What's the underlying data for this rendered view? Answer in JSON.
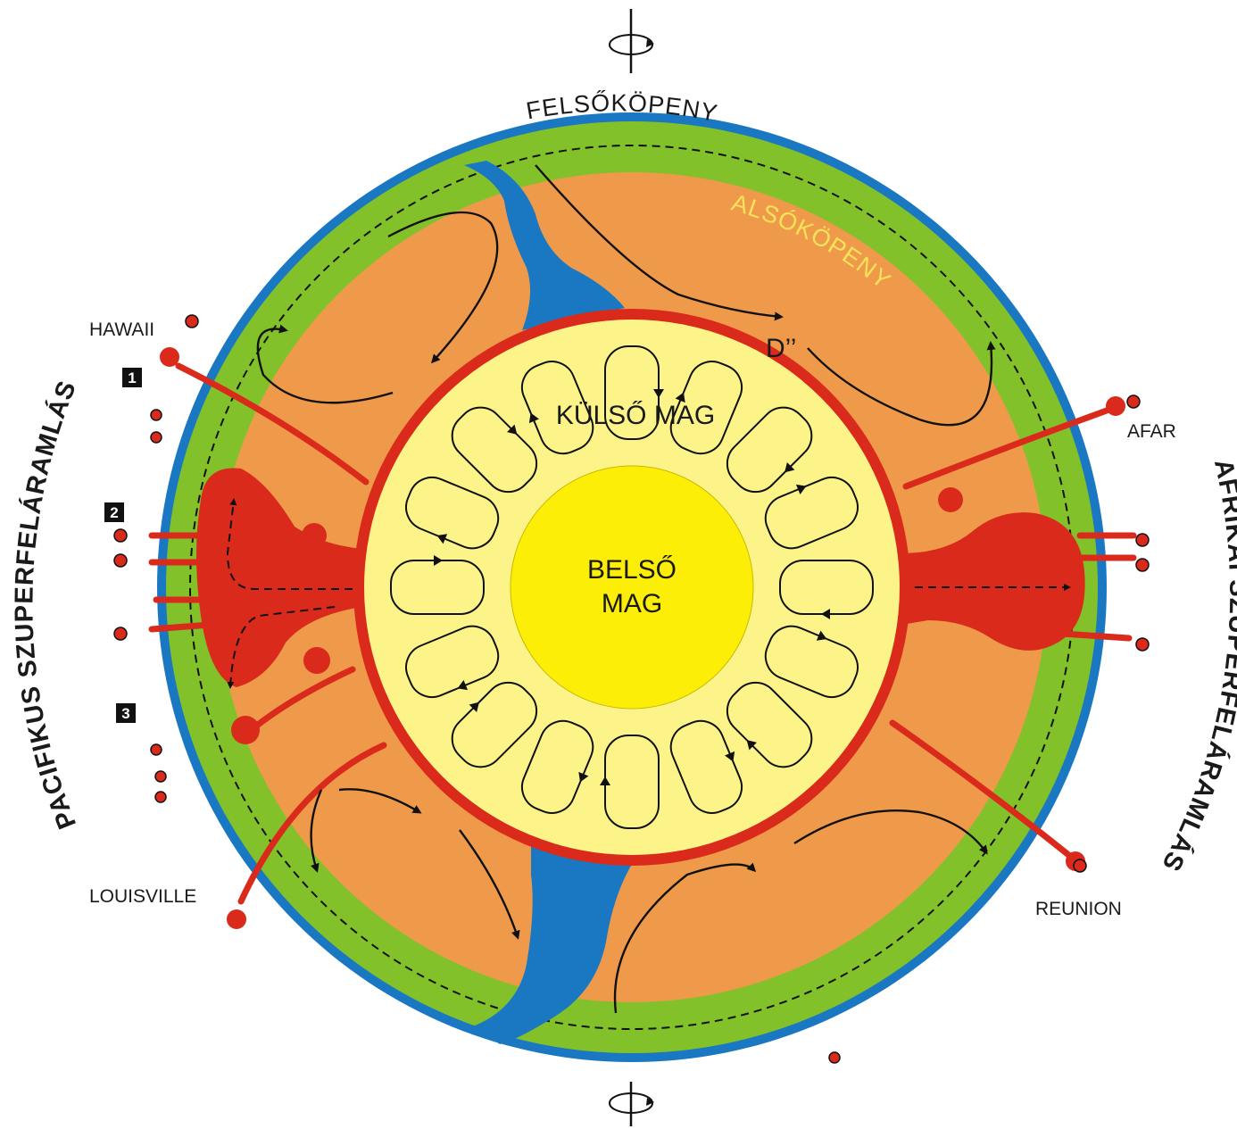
{
  "labels": {
    "upper_mantle": "FELSŐKÖPENY",
    "lower_mantle": "ALSÓKÖPENY",
    "d_double_prime": "D’’",
    "outer_core": "KÜLSŐ MAG",
    "inner_core_line1": "BELSŐ",
    "inner_core_line2": "MAG"
  },
  "hotspots": {
    "hawaii": "HAWAII",
    "louisville": "LOUISVILLE",
    "afar": "AFAR",
    "reunion": "REUNION"
  },
  "superplumes": {
    "pacific": "PACIFIKUS SZUPERFELÁRAMLÁS",
    "african": "AFRIKAI SZUPERFELÁRAMLÁS"
  },
  "markers": [
    "1",
    "2",
    "3"
  ],
  "colors": {
    "ocean_crust": "#1a78c2",
    "upper_mantle": "#82c12a",
    "lower_mantle": "#ef9a4a",
    "plume": "#d92a1c",
    "outer_core": "#fdf489",
    "inner_core": "#fdee08",
    "lower_mantle_label": "#f7e35a"
  },
  "icons": [
    "rotation-axis-icon",
    "plume-head-icon",
    "volcano-icon",
    "convection-arrow-icon"
  ]
}
